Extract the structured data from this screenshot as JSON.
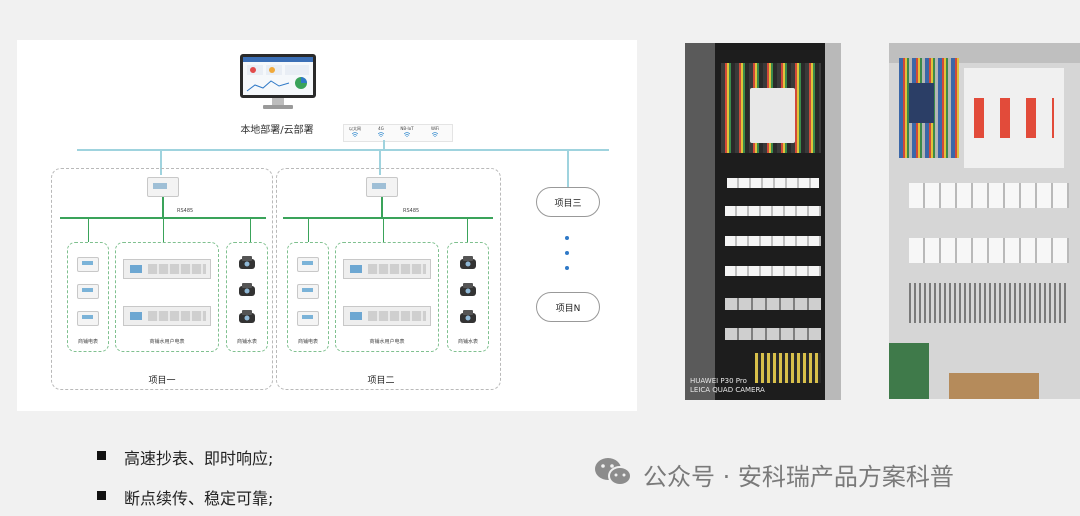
{
  "diagram": {
    "deployment_label": "本地部署/云部署",
    "comm_icons": [
      "以太网",
      "4G",
      "NB-IoT",
      "WiFi"
    ],
    "bus_label": "RS485",
    "projects": [
      {
        "name": "项目一",
        "groups": [
          "商铺电表",
          "商铺水用户电表",
          "商铺水表"
        ]
      },
      {
        "name": "项目二",
        "groups": [
          "商铺电表",
          "商铺水用户电表",
          "商铺水表"
        ]
      }
    ],
    "side_projects": [
      "项目三",
      "项目N"
    ],
    "colors": {
      "bus": "#9fd3de",
      "green": "#3aa35a"
    }
  },
  "photos": {
    "left_caption_line1": "HUAWEI P30 Pro",
    "left_caption_line2": "LEICA QUAD CAMERA"
  },
  "bullets": [
    "高速抄表、即时响应;",
    "断点续传、稳定可靠;"
  ],
  "watermark": {
    "icon": "wechat-icon",
    "text": "公众号 · 安科瑞产品方案科普"
  }
}
